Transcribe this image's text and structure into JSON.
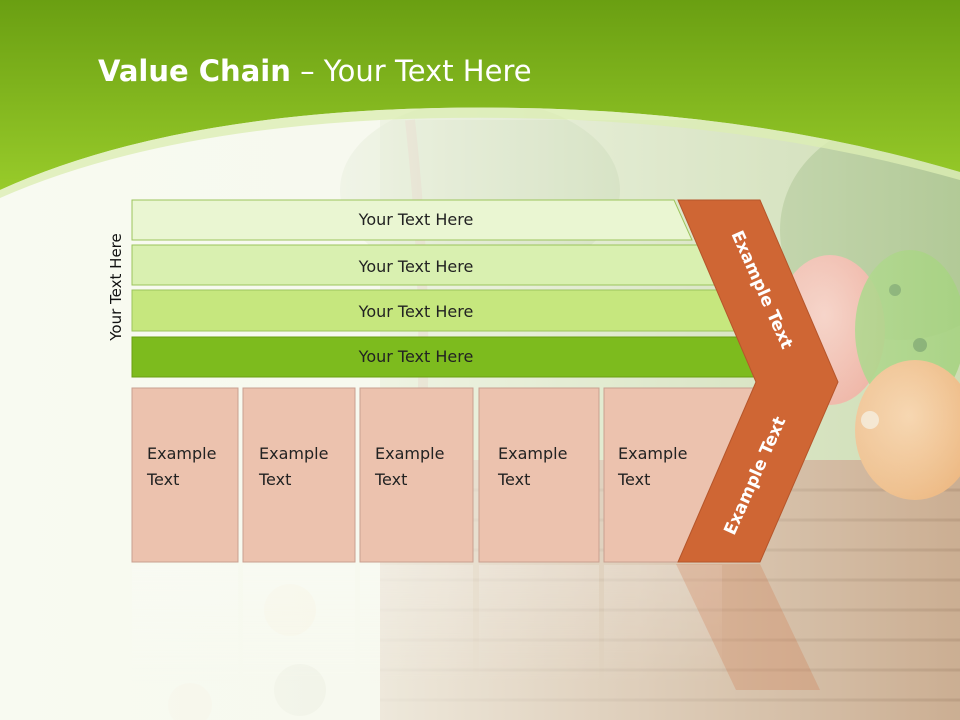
{
  "slide": {
    "title_bold": "Value Chain",
    "title_rest": " – Your Text Here",
    "side_label": "Your Text Here"
  },
  "rows": [
    {
      "label": "Your Text Here",
      "fill": "#eaf6d2"
    },
    {
      "label": "Your Text Here",
      "fill": "#d9f0b0"
    },
    {
      "label": "Your Text Here",
      "fill": "#c6e77e"
    },
    {
      "label": "Your Text Here",
      "fill": "#7dbb1e"
    }
  ],
  "boxes": [
    {
      "line1": "Example",
      "line2": "Text"
    },
    {
      "line1": "Example",
      "line2": "Text"
    },
    {
      "line1": "Example",
      "line2": "Text"
    },
    {
      "line1": "Example",
      "line2": "Text"
    },
    {
      "line1": "Example",
      "line2": "Text"
    }
  ],
  "chevron": {
    "upper_label": "Example Text",
    "lower_label": "Example Text",
    "fill": "#cf6634"
  },
  "colors": {
    "header_green": "#7fb51c",
    "box_fill": "#ecc2ae",
    "box_stroke": "#c9a090"
  }
}
